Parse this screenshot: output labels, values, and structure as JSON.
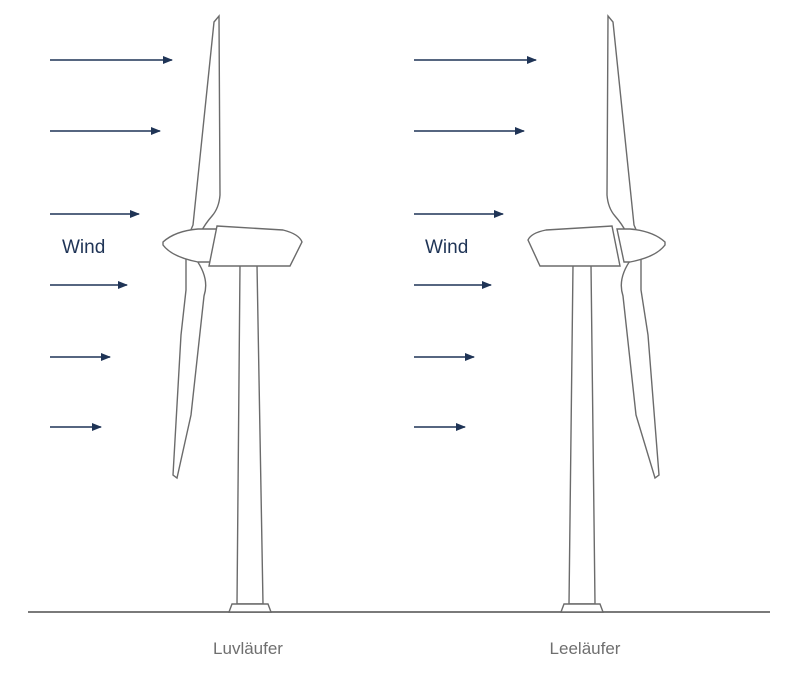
{
  "colors": {
    "arrow": "#1f3456",
    "wind_text": "#1f3456",
    "outline": "#6b6b6b",
    "ground": "#7a7a7a",
    "caption_text": "#6f6f6f"
  },
  "turbines": [
    {
      "name": "upwind",
      "caption": "Luvläufer",
      "wind_label": "Wind",
      "wind_direction": "left-to-right",
      "rotor_side": "windward"
    },
    {
      "name": "downwind",
      "caption": "Leeläufer",
      "wind_label": "Wind",
      "wind_direction": "left-to-right",
      "rotor_side": "leeward"
    }
  ],
  "wind_arrow_count": 6
}
